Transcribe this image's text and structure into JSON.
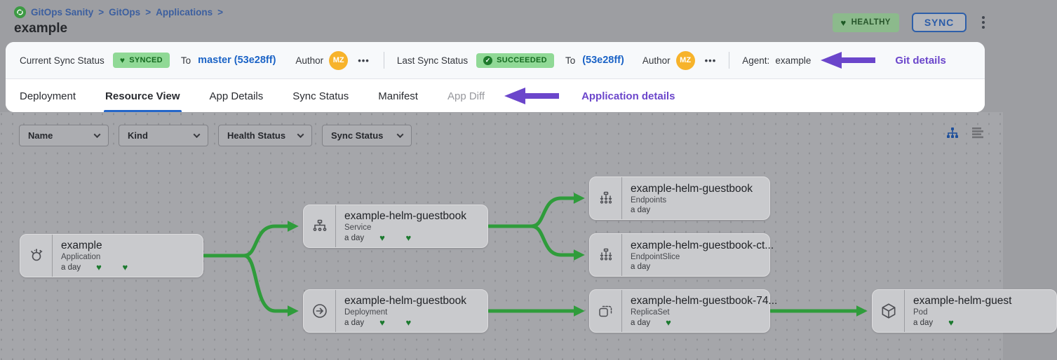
{
  "breadcrumb": {
    "items": [
      "GitOps Sanity",
      "GitOps",
      "Applications"
    ],
    "separator": ">",
    "title": "example"
  },
  "header_actions": {
    "health_icon": "♥",
    "health_label": "HEALTHY",
    "sync_label": "SYNC"
  },
  "git_bar": {
    "current": {
      "label": "Current Sync Status",
      "status_icon": "♥",
      "status": "SYNCED",
      "to_label": "To",
      "ref": "master (53e28ff)",
      "author_label": "Author",
      "avatar": "MZ",
      "more": "•••"
    },
    "last": {
      "label": "Last Sync Status",
      "status_icon": "✓",
      "status": "SUCCEEDED",
      "to_label": "To",
      "ref": "(53e28ff)",
      "author_label": "Author",
      "avatar": "MZ",
      "more": "•••"
    },
    "agent_label": "Agent:",
    "agent_value": "example",
    "annotation": "Git details"
  },
  "tabs": {
    "items": [
      {
        "label": "Deployment"
      },
      {
        "label": "Resource View"
      },
      {
        "label": "App Details"
      },
      {
        "label": "Sync Status"
      },
      {
        "label": "Manifest"
      },
      {
        "label": "App Diff"
      }
    ],
    "annotation": "Application details"
  },
  "filters": {
    "items": [
      {
        "label": "Name"
      },
      {
        "label": "Kind"
      },
      {
        "label": "Health Status"
      },
      {
        "label": "Sync Status"
      }
    ]
  },
  "nodes": [
    {
      "title": "example",
      "kind": "Application",
      "age": "a day",
      "hearts": "♥ ♥"
    },
    {
      "title": "example-helm-guestbook",
      "kind": "Service",
      "age": "a day",
      "hearts": "♥ ♥"
    },
    {
      "title": "example-helm-guestbook",
      "kind": "Deployment",
      "age": "a day",
      "hearts": "♥ ♥"
    },
    {
      "title": "example-helm-guestbook",
      "kind": "Endpoints",
      "age": "a day",
      "hearts": ""
    },
    {
      "title": "example-helm-guestbook-ct...",
      "kind": "EndpointSlice",
      "age": "a day",
      "hearts": ""
    },
    {
      "title": "example-helm-guestbook-74...",
      "kind": "ReplicaSet",
      "age": "a day",
      "hearts": "♥"
    },
    {
      "title": "example-helm-guest",
      "kind": "Pod",
      "age": "a day",
      "hearts": "♥"
    }
  ],
  "colors": {
    "edge_green": "#2f9c3b",
    "heart_green": "#1c7a2f",
    "annotation_purple": "#6b46cb",
    "link_blue": "#1b63c6",
    "badge_green_bg": "#90d996",
    "active_tab_blue": "#2466c9",
    "avatar_orange": "#f7b32b"
  }
}
